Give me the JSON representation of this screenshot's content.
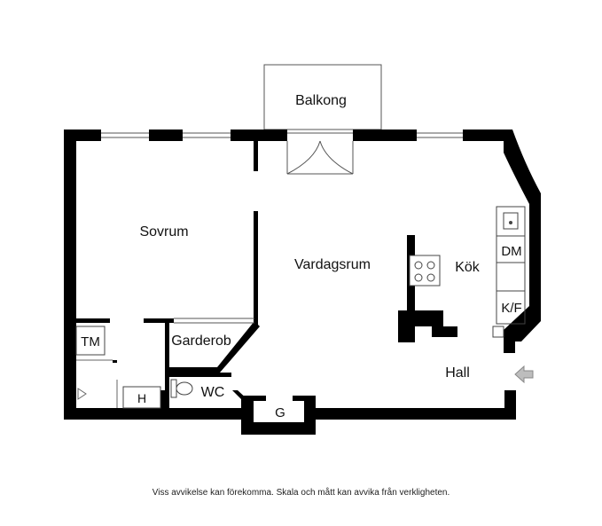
{
  "rooms": {
    "balkong": "Balkong",
    "sovrum": "Sovrum",
    "vardagsrum": "Vardagsrum",
    "kok": "Kök",
    "hall": "Hall",
    "garderob": "Garderob",
    "wc": "WC"
  },
  "fixtures": {
    "tm": "TM",
    "h": "H",
    "g": "G",
    "dm": "DM",
    "kf": "K/F"
  },
  "disclaimer": "Viss avvikelse kan förekomma. Skala och mått kan avvika från verkligheten.",
  "colors": {
    "wall": "#000000",
    "entry_arrow": "#bdbdbd"
  },
  "icons": {
    "entry": "entry-arrow-icon",
    "sink": "sink-icon",
    "stove": "stove-icon",
    "toilet": "toilet-icon"
  }
}
